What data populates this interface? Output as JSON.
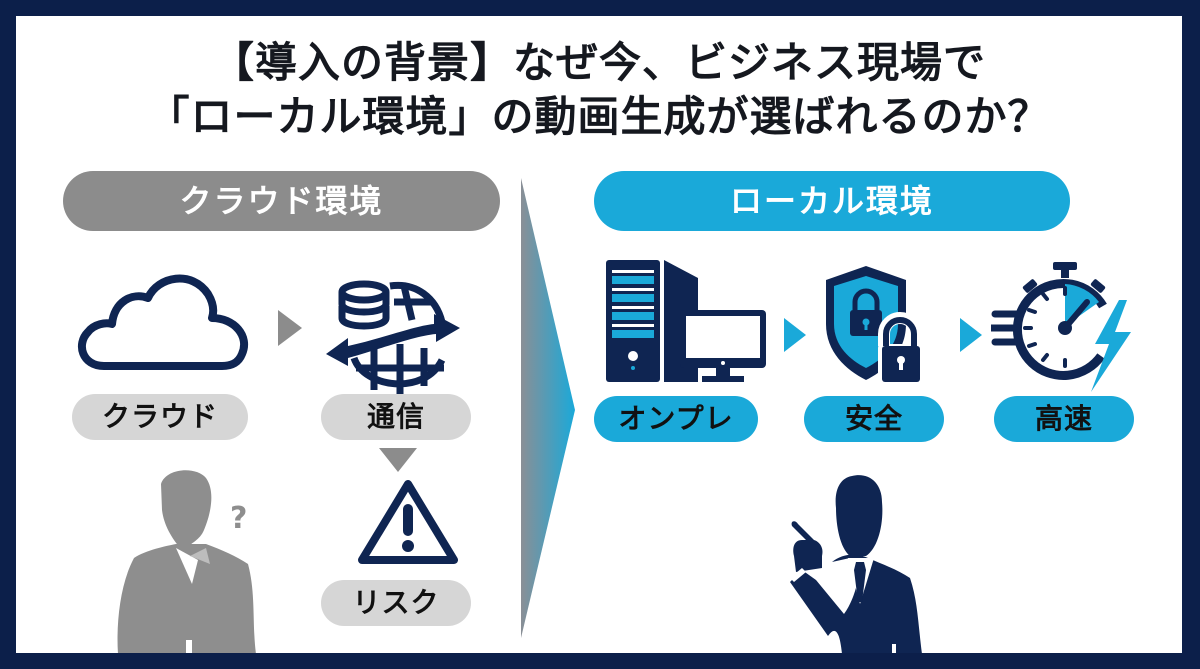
{
  "title": {
    "line1": "【導入の背景】なぜ今、ビジネス現場で",
    "line2": "「ローカル環境」の動画生成が選ばれるのか？"
  },
  "colors": {
    "frame": "#0c1f4a",
    "navy": "#0f2552",
    "accent_blue": "#1aa9d9",
    "gray_header": "#8c8c8c",
    "gray_pill": "#d6d6d6",
    "gray_silhouette": "#8e8e8e"
  },
  "left_section": {
    "header": "クラウド環境",
    "steps": [
      {
        "label": "クラウド",
        "icon": "cloud-icon"
      },
      {
        "label": "通信",
        "icon": "network-transfer-icon"
      },
      {
        "label": "リスク",
        "icon": "warning-icon"
      }
    ],
    "figure": {
      "icon": "confused-businessman-icon",
      "symbol": "?"
    }
  },
  "right_section": {
    "header": "ローカル環境",
    "steps": [
      {
        "label": "オンプレ",
        "icon": "server-computer-icon"
      },
      {
        "label": "安全",
        "icon": "shield-lock-icon"
      },
      {
        "label": "高速",
        "icon": "stopwatch-lightning-icon"
      }
    ],
    "figure": {
      "icon": "pointing-businessman-icon"
    }
  }
}
